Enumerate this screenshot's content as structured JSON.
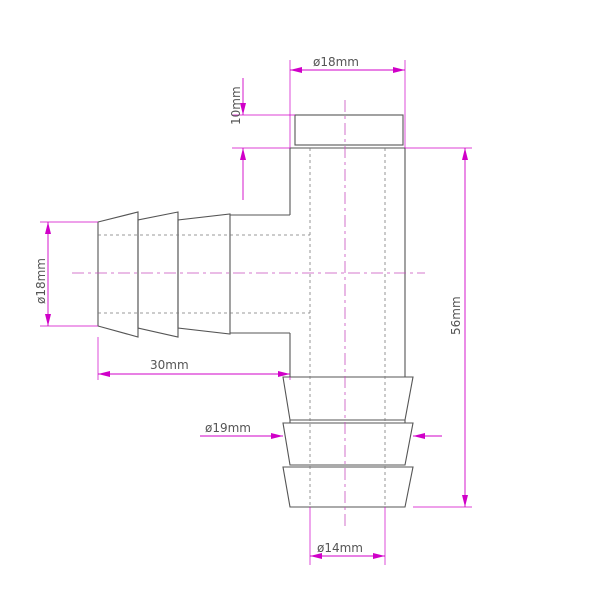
{
  "drawing": {
    "colors": {
      "outline": "#555555",
      "dimension": "#d000c8",
      "centerline": "#c84fbf",
      "background": "#ffffff"
    },
    "dimensions": {
      "top_diameter": "ø18mm",
      "cap_height": "10mm",
      "left_diameter": "ø18mm",
      "branch_length": "30mm",
      "barb_diameter": "ø19mm",
      "body_height": "56mm",
      "bottom_diameter": "ø14mm"
    }
  }
}
